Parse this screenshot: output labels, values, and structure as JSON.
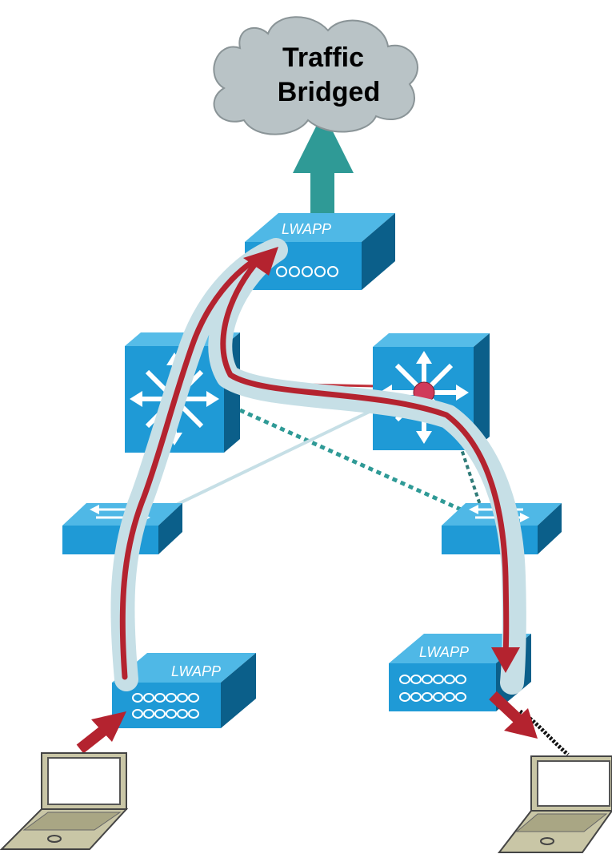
{
  "cloud": {
    "line1": "Traffic",
    "line2": "Bridged"
  },
  "access_points": {
    "top_label": "LWAPP",
    "left_label": "LWAPP",
    "right_label": "LWAPP"
  },
  "icons": [
    "cloud-icon",
    "access-point-icon",
    "multilayer-switch-icon",
    "workgroup-switch-icon",
    "laptop-icon",
    "arrow-icon"
  ],
  "colors": {
    "device_blue": "#1f9ad6",
    "device_dark": "#0b5f8a",
    "path_red": "#b4232f",
    "path_halo": "#c6dfe6",
    "uplink_teal": "#2f9a96",
    "cloud_gray": "#b9c3c6"
  }
}
